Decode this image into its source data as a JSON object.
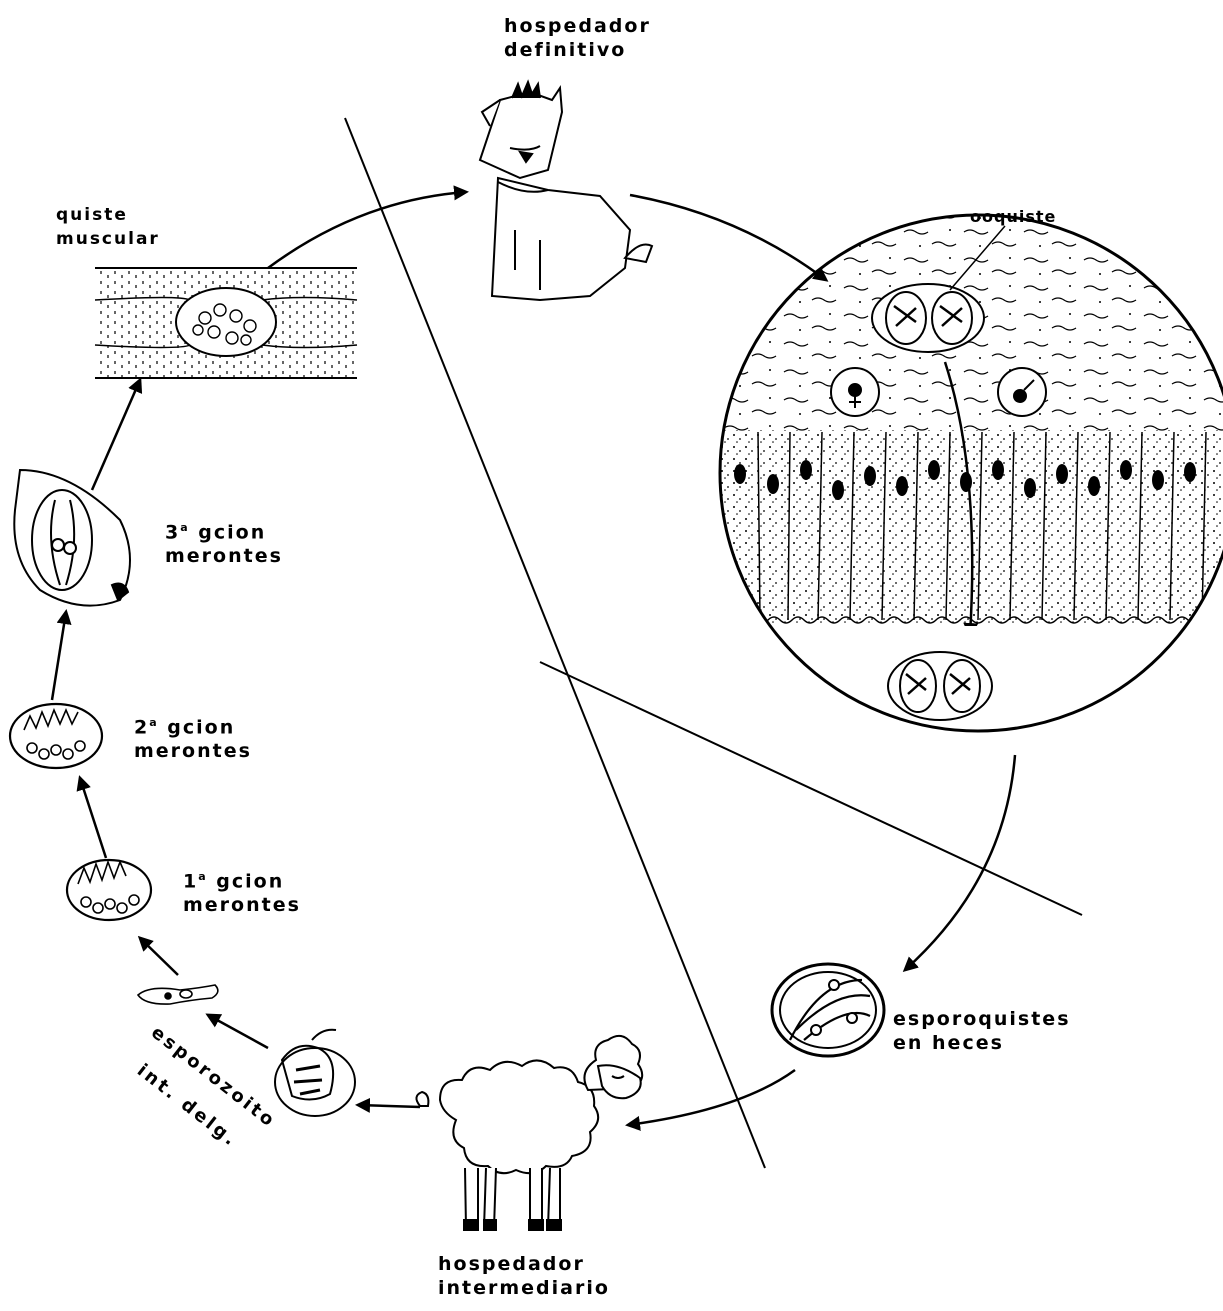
{
  "labels": {
    "definitive_host": [
      "hospedador",
      "definitivo"
    ],
    "intermediate_host": [
      "hospedador",
      "intermediario"
    ],
    "muscle_cyst": [
      "quiste",
      "muscular"
    ],
    "oocyst": "ooquiste",
    "sporocysts": [
      "esporoquistes",
      "en  heces"
    ],
    "sporozoite": [
      "esporozoito",
      "int.  delg.",
      "delg."
    ],
    "gen1": {
      "num": "1",
      "sup": "a",
      "word": " gcion",
      "line2": "merontes"
    },
    "gen2": {
      "num": "2",
      "sup": "a",
      "word": " gcion",
      "line2": "merontes"
    },
    "gen3": {
      "num": "3",
      "sup": "a",
      "word": " gcion",
      "line2": "merontes"
    }
  },
  "colors": {
    "ink": "#000000",
    "paper": "#ffffff"
  }
}
